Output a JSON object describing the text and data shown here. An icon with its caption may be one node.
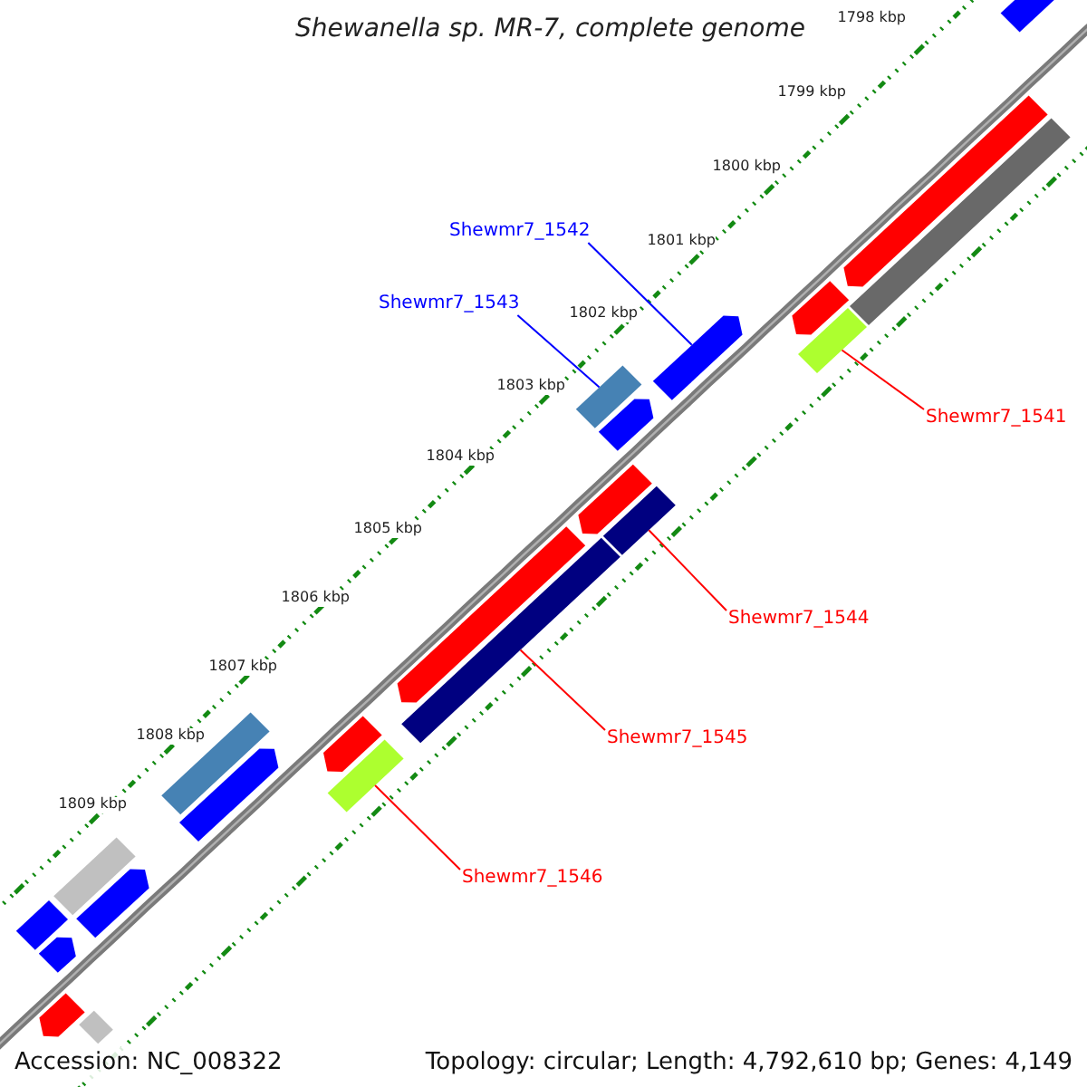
{
  "diagram": {
    "title": "Shewanella sp. MR-7, complete genome",
    "nodes": [
      {
        "text": [
          "Shewmr7_1542"
        ]
      },
      {
        "text": [
          "Shewmr7_1543"
        ]
      },
      {
        "text": [
          "Shewmr7_1541"
        ]
      },
      {
        "text": [
          "Shewmr7_1544"
        ]
      },
      {
        "text": [
          "Shewmr7_1545"
        ]
      },
      {
        "text": [
          "Shewmr7_1546"
        ]
      },
      {
        "text": [],
        "shape": "bar"
      },
      {
        "text": [],
        "shape": "bar"
      },
      {
        "text": [],
        "shape": "bar"
      },
      {
        "text": [],
        "shape": "bar"
      },
      {
        "text": [],
        "shape": "bar"
      },
      {
        "text": [],
        "shape": "bar"
      },
      {
        "text": [],
        "shape": "bar"
      },
      {
        "text": [],
        "shape": "bar"
      },
      {
        "text": [],
        "shape": "bar"
      },
      {
        "text": [],
        "shape": "bar"
      },
      {
        "text": [],
        "shape": "bar"
      },
      {
        "text": [],
        "shape": "bar"
      },
      {
        "text": [],
        "shape": "bar"
      },
      {
        "text": [],
        "shape": "bar"
      },
      {
        "text": [],
        "shape": "bar"
      },
      {
        "text": [],
        "shape": "bar"
      },
      {
        "text": [],
        "shape": "bar"
      },
      {
        "text": [],
        "shape": "bar"
      },
      {
        "text": [],
        "shape": "bar"
      },
      {
        "text": [],
        "shape": "bar"
      },
      {
        "text": [],
        "shape": "bar"
      },
      {
        "text": [],
        "shape": "bar"
      }
    ],
    "edges": [
      {
        "from": 0,
        "to": 11,
        "arrow": "none",
        "color": "#0000ff"
      },
      {
        "from": 1,
        "to": 12,
        "arrow": "none",
        "color": "#0000ff"
      },
      {
        "from": 2,
        "to": 10,
        "arrow": "none"
      },
      {
        "from": 3,
        "to": 15,
        "arrow": "none"
      },
      {
        "from": 4,
        "to": 17,
        "arrow": "none"
      },
      {
        "from": 5,
        "to": 20,
        "arrow": "none"
      }
    ],
    "labels": [
      "1798 kbp",
      "1799 kbp",
      "1800 kbp",
      "1801 kbp",
      "1802 kbp",
      "1803 kbp",
      "1804 kbp",
      "1805 kbp",
      "1806 kbp",
      "1807 kbp",
      "1808 kbp",
      "1809 kbp",
      "Accession: NC_008322",
      "Topology: circular; Length: 4,792,610 bp; Genes: 4,149"
    ]
  }
}
